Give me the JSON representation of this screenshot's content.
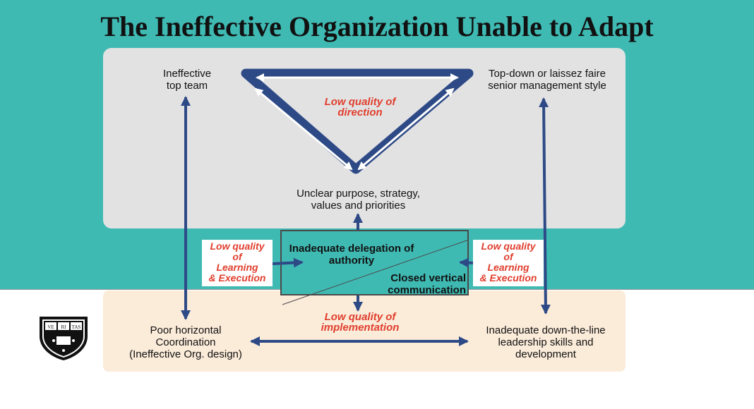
{
  "title": "The Ineffective Organization Unable to Adapt",
  "nodes": {
    "top_team": "Ineffective\ntop team",
    "mgmt_style": "Top-down or laissez faire\nsenior management style",
    "purpose": "Unclear purpose, strategy,\nvalues and priorities",
    "delegation": "Inadequate delegation of\nauthority",
    "closed_comm": "Closed vertical\ncommunication",
    "horizontal": "Poor horizontal\nCoordination\n(Ineffective Org. design)",
    "leadership": "Inadequate down-the-line\nleadership skills and\ndevelopment"
  },
  "annotations": {
    "direction": "Low quality of\ndirection",
    "implementation": "Low quality of\nimplementation",
    "learning_left": "Low quality\nof\nLearning\n& Execution",
    "learning_right": "Low quality\nof\nLearning\n& Execution"
  },
  "logo": {
    "text_left": "VE",
    "text_mid": "RI",
    "text_right": "TAS"
  },
  "colors": {
    "teal": "#3fbab3",
    "navy": "#2e4a86",
    "red_text": "#e03e2d",
    "grey_panel": "#e2e2e3",
    "peach_panel": "#fbebd9"
  }
}
